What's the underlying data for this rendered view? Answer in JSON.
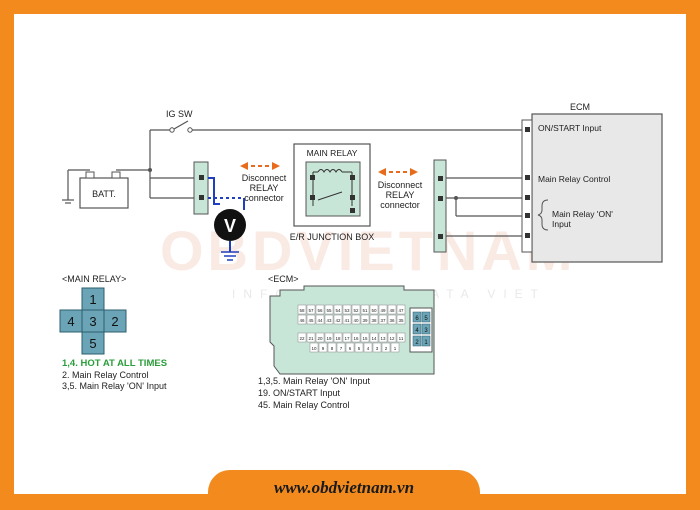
{
  "colors": {
    "border": "#f28a1e",
    "wire": "#555555",
    "ecm_fill": "#e8e8e8",
    "connector_fill": "#c8e6d8",
    "pin_fill": "#6aa4b6",
    "green_text": "#2a9d3a",
    "arrow_orange": "#e86a1a",
    "probe_blue": "#1f3fbf"
  },
  "watermark": {
    "logo": "OBDVIETNAM",
    "tagline": "INFORMATION DATA VIET"
  },
  "footer": {
    "url": "www.obdvietnam.vn"
  },
  "circuit": {
    "ig_sw": "IG SW",
    "batt": "BATT.",
    "disconnect_left": [
      "Disconnect",
      "RELAY",
      "connector"
    ],
    "disconnect_right": [
      "Disconnect",
      "RELAY",
      "connector"
    ],
    "main_relay_title": "MAIN RELAY",
    "junction_box": "E/R JUNCTION BOX",
    "voltmeter": "V",
    "ecm_title": "ECM",
    "ecm_inputs": [
      "ON/START Input",
      "Main Relay Control",
      "Main Relay 'ON'",
      "Input"
    ]
  },
  "relay_pinout": {
    "title": "<MAIN RELAY>",
    "pins": [
      "1",
      "4",
      "3",
      "2",
      "5"
    ],
    "notes": [
      "1,4. HOT AT ALL TIMES",
      "2. Main Relay Control",
      "3,5. Main Relay 'ON' Input"
    ]
  },
  "ecm_pinout": {
    "title": "<ECM>",
    "notes": [
      "1,3,5. Main Relay 'ON' Input",
      "19. ON/START Input",
      "45. Main Relay Control"
    ],
    "row1": [
      "58",
      "57",
      "56",
      "55",
      "54",
      "53",
      "52",
      "51",
      "50",
      "49",
      "48",
      "47"
    ],
    "row2": [
      "46",
      "45",
      "44",
      "43",
      "42",
      "41",
      "40",
      "39",
      "38",
      "37",
      "36",
      "35"
    ],
    "row3": [
      "22",
      "21",
      "20",
      "19",
      "18",
      "17",
      "16",
      "15",
      "14",
      "13",
      "12",
      "11"
    ],
    "row4": [
      "10",
      "9",
      "8",
      "7",
      "6",
      "5",
      "4",
      "3",
      "2",
      "1"
    ],
    "side": [
      "6",
      "5",
      "4",
      "3",
      "2",
      "1"
    ]
  }
}
